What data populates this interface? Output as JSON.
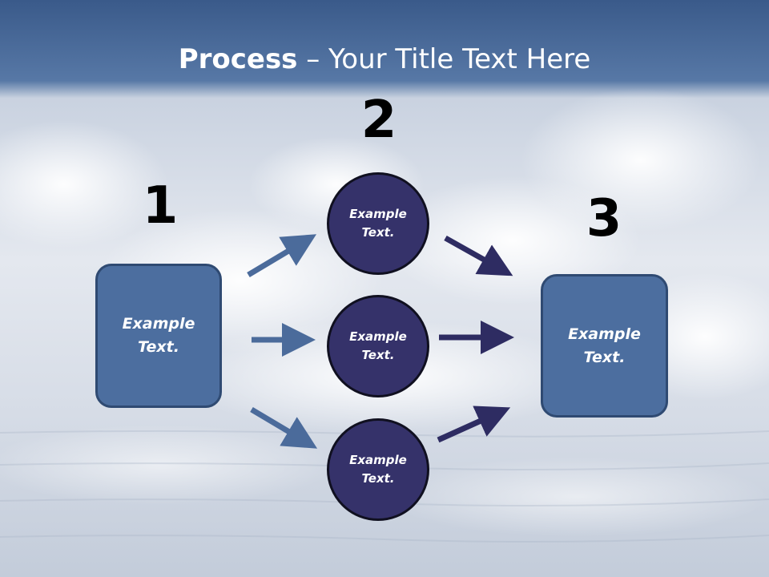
{
  "slide": {
    "title_bold": "Process",
    "title_rest": " – Your Title Text Here"
  },
  "steps": {
    "num1": "1",
    "num2": "2",
    "num3": "3"
  },
  "nodes": {
    "left_box": "Example Text.",
    "circle_top": "Example Text.",
    "circle_mid": "Example Text.",
    "circle_bottom": "Example Text.",
    "right_box": "Example Text."
  },
  "colors": {
    "header_band": "#3e5f8f",
    "box_fill": "#4c6e9f",
    "circle_fill": "#35326a",
    "arrow_light": "#4b6b9b",
    "arrow_dark": "#2e2c62"
  }
}
